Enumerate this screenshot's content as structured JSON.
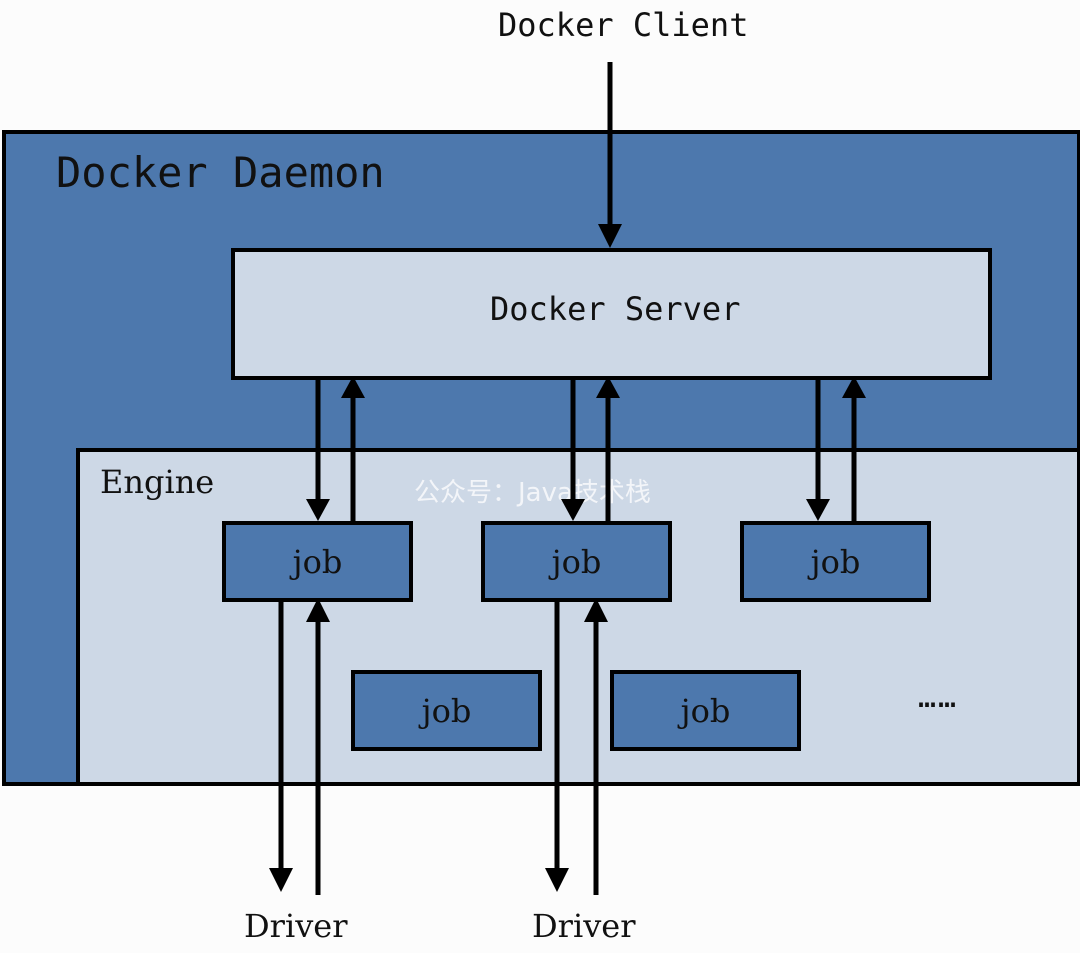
{
  "diagram": {
    "client_label": "Docker Client",
    "daemon_label": "Docker Daemon",
    "server_label": "Docker Server",
    "engine_label": "Engine",
    "jobs": [
      "job",
      "job",
      "job",
      "job",
      "job"
    ],
    "ellipsis": "……",
    "drivers": [
      "Driver",
      "Driver"
    ],
    "watermark": "公众号：Java技术栈"
  },
  "colors": {
    "daemon_fill": "#4d78ad",
    "server_fill": "#cdd8e6",
    "engine_fill": "#cdd8e6",
    "job_fill": "#4d78ad",
    "line": "#000000"
  }
}
